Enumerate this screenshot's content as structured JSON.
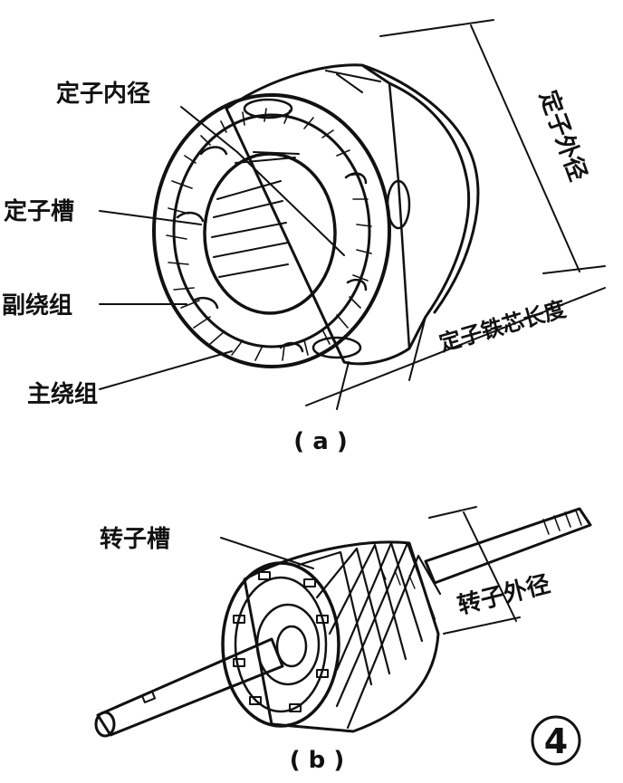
{
  "figure_a": {
    "caption": "( a )",
    "labels": {
      "stator_inner_diameter": "定子内径",
      "stator_slot": "定子槽",
      "auxiliary_winding": "副绕组",
      "main_winding": "主绕组",
      "stator_outer_diameter": "定子外径",
      "stator_core_length": "定子铁芯长度"
    }
  },
  "figure_b": {
    "caption": "( b )",
    "labels": {
      "rotor_slot": "转子槽",
      "rotor_outer_diameter": "转子外径"
    }
  },
  "figure_number": "4"
}
